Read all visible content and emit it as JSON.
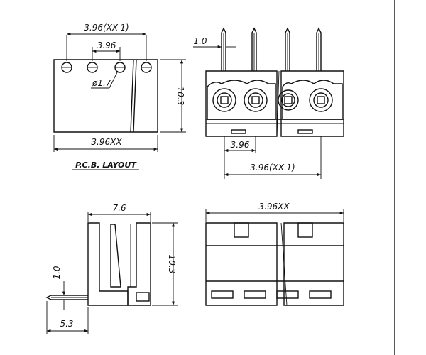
{
  "pcb_layout": {
    "dim_pitch_total": "3.96(XX-1)",
    "dim_pitch": "3.96",
    "dim_hole": "ø1.7",
    "dim_height": "10.3",
    "dim_width": "3.96XX",
    "title": "P.C.B. LAYOUT"
  },
  "front_view": {
    "dim_pin": "1.0",
    "dim_pitch": "3.96",
    "dim_pitch_total": "3.96(XX-1)"
  },
  "side_view": {
    "dim_depth": "7.6",
    "dim_height": "10.3",
    "dim_pin": "1.0",
    "dim_offset": "5.3"
  },
  "rear_view": {
    "dim_width": "3.96XX"
  },
  "colors": {
    "ink": "#111111",
    "background": "#ffffff"
  }
}
